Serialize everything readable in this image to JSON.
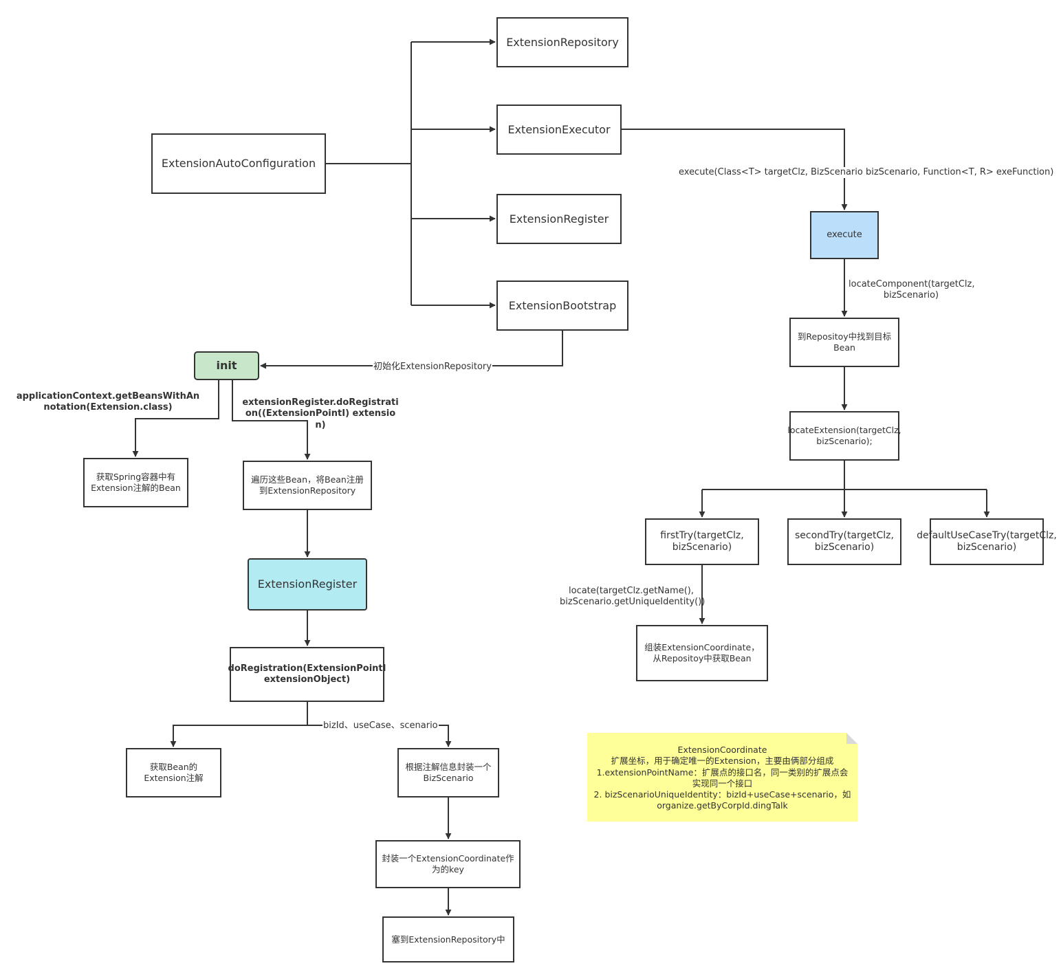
{
  "nodes": {
    "auto_config": "ExtensionAutoConfiguration",
    "repository": "ExtensionRepository",
    "executor": "ExtensionExecutor",
    "register": "ExtensionRegister",
    "bootstrap": "ExtensionBootstrap",
    "init": "init",
    "get_spring_beans": "获取Spring容器中有Extension注解的Bean",
    "traverse_beans": "遍历这些Bean，将Bean注册到ExtensionRepository",
    "register2": "ExtensionRegister",
    "do_registration": "doRegistration(ExtensionPointI extensionObject)",
    "get_bean_annotation": "获取Bean的Extension注解",
    "wrap_scenario": "根据注解信息封装一个BizScenario",
    "wrap_coordinate": "封装一个ExtensionCoordinate作为的key",
    "put_repository": "塞到ExtensionRepository中",
    "execute": "execute",
    "find_bean": "到Repositoy中找到目标Bean",
    "locate_extension": "locateExtension(targetClz, bizScenario);",
    "first_try": "firstTry(targetClz, bizScenario)",
    "second_try": "secondTry(targetClz, bizScenario)",
    "default_try": "defaultUseCaseTry(targetClz, bizScenario)",
    "assemble_coordinate": "组装ExtensionCoordinate，从Repositoy中获取Bean"
  },
  "labels": {
    "init_repository": "初始化ExtensionRepository",
    "get_beans_with_annotation": "applicationContext.getBeansWithAnnotation(Extension.class)",
    "do_registration_call": "extensionRegister.doRegistration((ExtensionPointI) extension)",
    "execute_signature": "execute(Class<T> targetClz, BizScenario bizScenario, Function<T, R> exeFunction)",
    "locate_component": "locateComponent(targetClz, bizScenario)",
    "locate_call": "locate(targetClz.getName(), bizScenario.getUniqueIdentity())",
    "biz_fields": "bizId、useCase、scenario"
  },
  "note": {
    "lines": [
      "ExtensionCoordinate",
      "扩展坐标，用于确定唯一的Extension，主要由俩部分组成",
      "1.extensionPointName：扩展点的接口名，同一类别的扩展点会实现同一个接口",
      "2. bizScenarioUniqueIdentity：bizId+useCase+scenario，如organize.getByCorpId.dingTalk"
    ]
  },
  "colors": {
    "stroke": "#333333",
    "init_fill": "#c8e6c9",
    "execute_fill": "#bbdefb",
    "register_fill": "#b2ebf2",
    "note_fill": "#ffff99"
  }
}
